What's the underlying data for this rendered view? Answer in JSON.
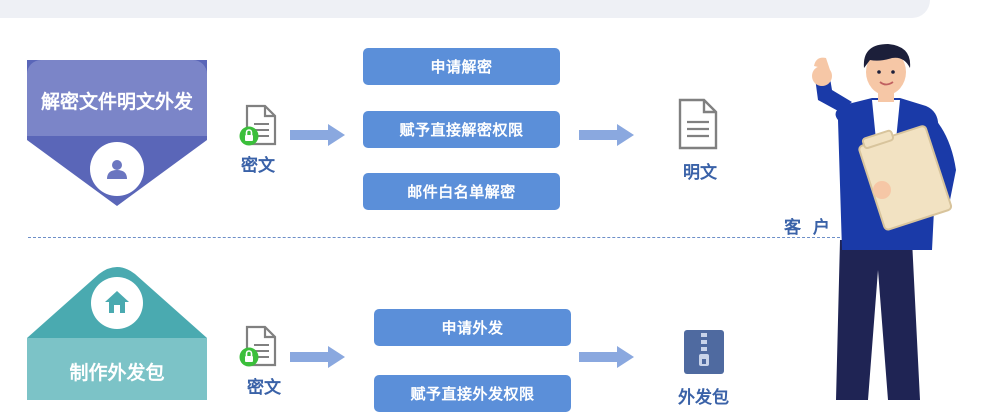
{
  "section1": {
    "title": "解密文件明文外发",
    "file_label": "密文",
    "steps": [
      "申请解密",
      "赋予直接解密权限",
      "邮件白名单解密"
    ],
    "result_label": "明文"
  },
  "client_label": "客  户",
  "section2": {
    "title": "制作外发包",
    "file_label": "密文",
    "steps": [
      "申请外发",
      "赋予直接外发权限"
    ],
    "result_label": "外发包"
  },
  "colors": {
    "step_blue": "#5b8fd9",
    "section1_purple": "#7b85c8",
    "section1_dark": "#5a66b8",
    "section2_teal": "#4aaab0",
    "section2_light": "#7cc3c7",
    "label_blue": "#3a62a8",
    "lock_green": "#3bbf3b"
  },
  "icons": {
    "section1_badge": "user-icon",
    "section2_badge": "home-icon",
    "encrypted": "encrypted-document-icon",
    "plain": "document-icon",
    "package": "zip-file-icon"
  }
}
